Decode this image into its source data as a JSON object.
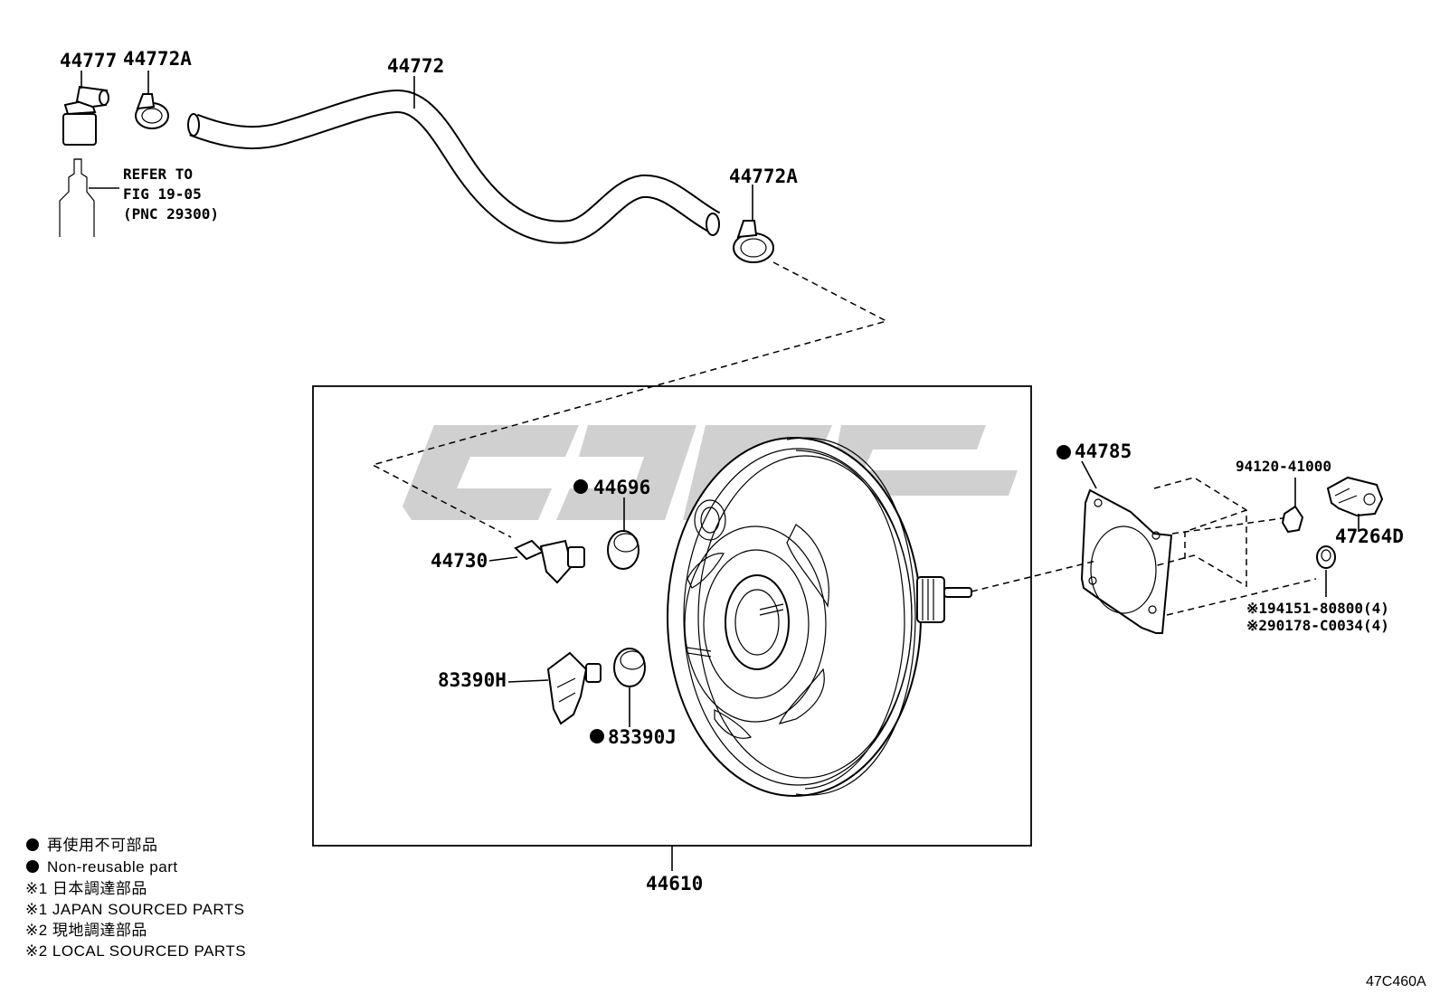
{
  "parts": {
    "p44777": "44777",
    "p44772A_top": "44772A",
    "p44772": "44772",
    "p44772A_mid": "44772A",
    "p44696": "44696",
    "p44730": "44730",
    "p83390H": "83390H",
    "p83390J": "83390J",
    "p44785": "44785",
    "p94120": "94120-41000",
    "p47264D": "47264D",
    "p194151": "※194151-80800(4)",
    "p290178": "※290178-C0034(4)",
    "p44610": "44610"
  },
  "refer": {
    "line1": "REFER TO",
    "line2": "FIG 19-05",
    "line3": "(PNC 29300)"
  },
  "legend": {
    "l1": "再使用不可部品",
    "l2": "Non-reusable part",
    "l3": "※1 日本調達部品",
    "l4": "※1 JAPAN SOURCED PARTS",
    "l5": "※2 現地調達部品",
    "l6": "※2 LOCAL SOURCED PARTS"
  },
  "figure_id": "47C460A"
}
